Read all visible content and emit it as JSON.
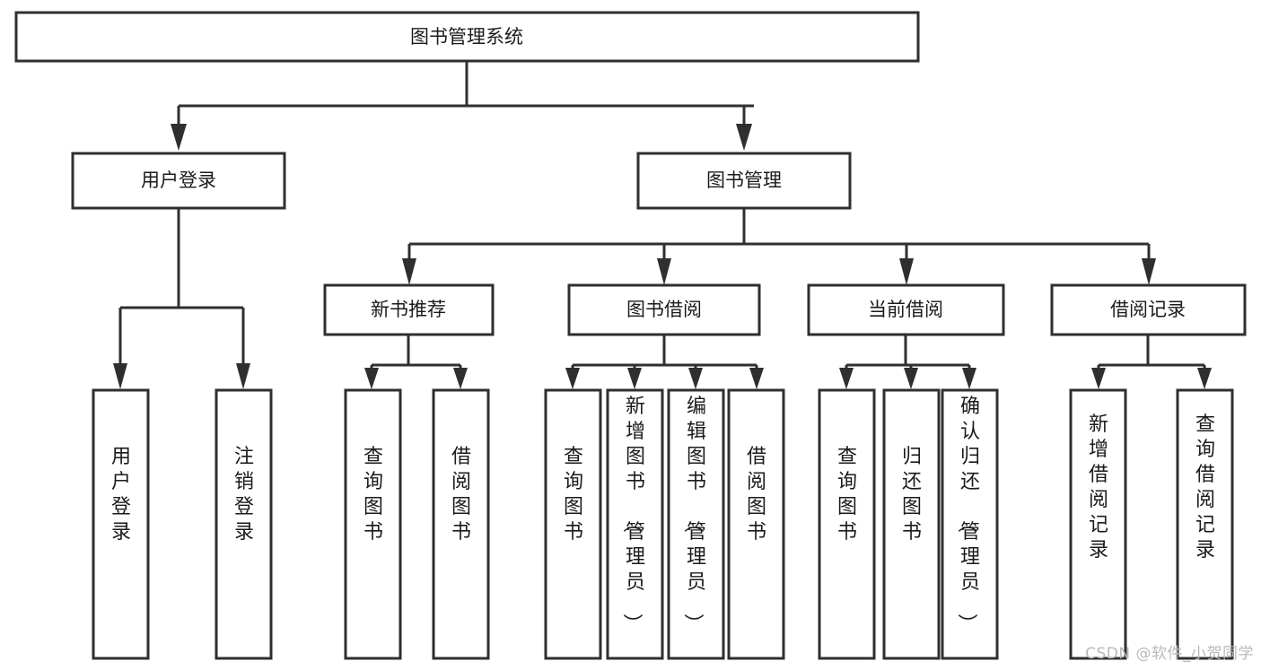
{
  "diagram": {
    "type": "tree",
    "title": "图书管理系统",
    "orientation": "top-down",
    "watermark": "CSDN @软件_小贺同学",
    "colors": {
      "box_fill": "#ffffff",
      "box_stroke": "#2f2f2f",
      "text": "#1b1b1b",
      "watermark": "#b9b9b9",
      "background": "#ffffff"
    },
    "root": {
      "label": "图书管理系统"
    },
    "level2": [
      {
        "label": "用户登录"
      },
      {
        "label": "图书管理"
      }
    ],
    "level3": [
      {
        "label": "新书推荐"
      },
      {
        "label": "图书借阅"
      },
      {
        "label": "当前借阅"
      },
      {
        "label": "借阅记录"
      }
    ],
    "leaves": {
      "user_login": [
        {
          "label": "用户登录"
        },
        {
          "label": "注销登录"
        }
      ],
      "new_book_recommend": [
        {
          "label": "查询图书"
        },
        {
          "label": "借阅图书"
        }
      ],
      "book_borrow": [
        {
          "label": "查询图书"
        },
        {
          "label": "新增图书（管理员）"
        },
        {
          "label": "编辑图书（管理员）"
        },
        {
          "label": "借阅图书"
        }
      ],
      "current_borrow": [
        {
          "label": "查询图书"
        },
        {
          "label": "归还图书"
        },
        {
          "label": "确认归还（管理员）"
        }
      ],
      "borrow_record": [
        {
          "label": "新增借阅记录"
        },
        {
          "label": "查询借阅记录"
        }
      ]
    }
  }
}
